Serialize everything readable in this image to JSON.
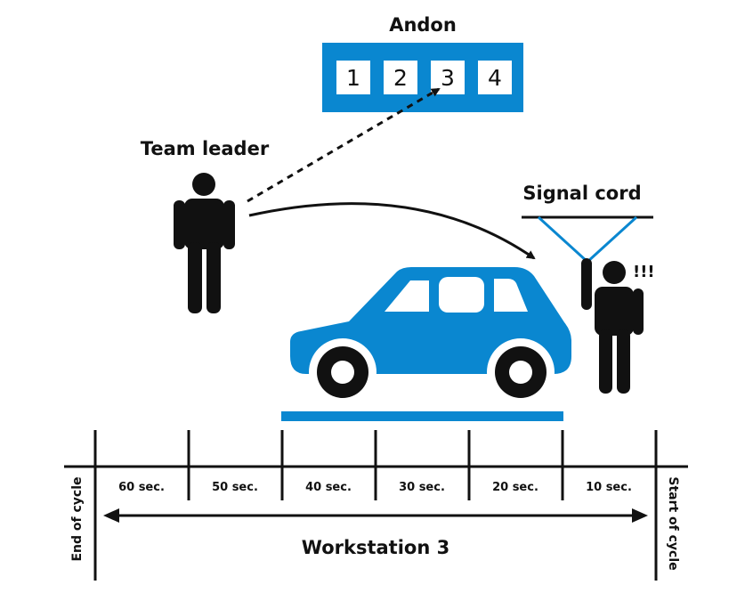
{
  "andon": {
    "title": "Andon",
    "boxes": [
      "1",
      "2",
      "3",
      "4"
    ]
  },
  "team_leader": {
    "label": "Team leader"
  },
  "signal_cord": {
    "label": "Signal cord",
    "alert": "!!!"
  },
  "timeline": {
    "intervals": [
      "60 sec.",
      "50 sec.",
      "40 sec.",
      "30 sec.",
      "20 sec.",
      "10 sec."
    ],
    "end_label": "End of cycle",
    "start_label": "Start of cycle",
    "workstation": "Workstation 3"
  },
  "colors": {
    "accent": "#0a87d0",
    "ink": "#111111"
  }
}
